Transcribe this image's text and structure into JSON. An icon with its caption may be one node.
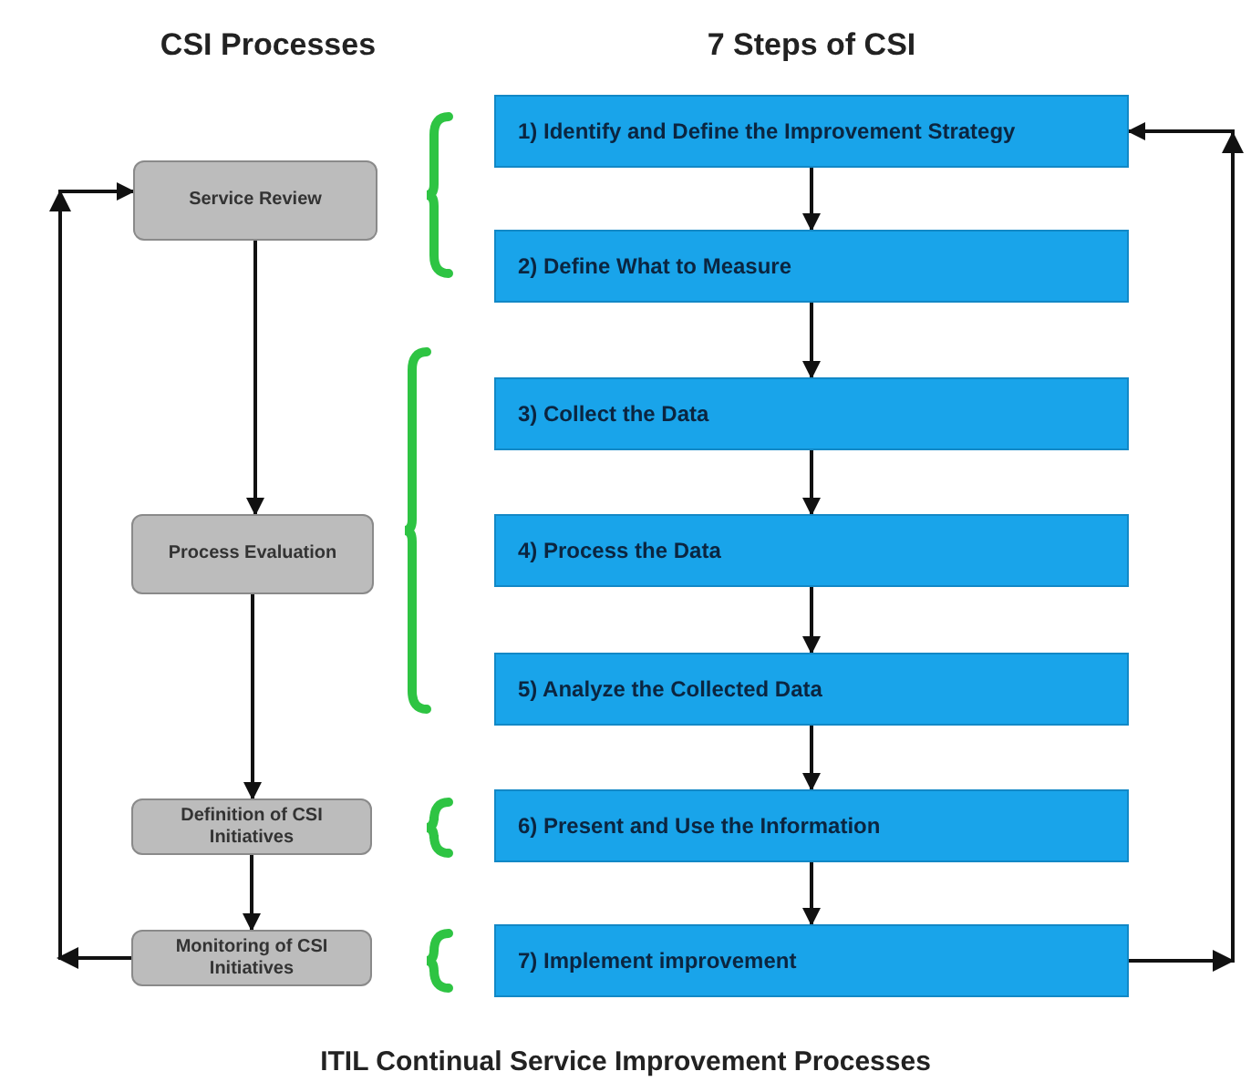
{
  "diagram": {
    "caption": "ITIL Continual Service Improvement Processes",
    "nodes": [
      {
        "text": [
          "Service Review"
        ]
      },
      {
        "text": [
          "Process Evaluation"
        ]
      },
      {
        "text": [
          "Definition of CSI Initiatives"
        ]
      },
      {
        "text": [
          "Monitoring of CSI Initiatives"
        ]
      },
      {
        "text": [
          "1) Identify and Define the Improvement Strategy"
        ]
      },
      {
        "text": [
          "2) Define What to Measure"
        ]
      },
      {
        "text": [
          "3) Collect the Data"
        ]
      },
      {
        "text": [
          "4) Process the Data"
        ]
      },
      {
        "text": [
          "5) Analyze the Collected Data"
        ]
      },
      {
        "text": [
          "6) Present and Use the Information"
        ]
      },
      {
        "text": [
          "7) Implement improvement"
        ]
      }
    ],
    "edges": [
      {
        "from": 0,
        "to": 1,
        "arrow": "to"
      },
      {
        "from": 1,
        "to": 2,
        "arrow": "to"
      },
      {
        "from": 2,
        "to": 3,
        "arrow": "to"
      },
      {
        "from": 3,
        "to": 0,
        "arrow": "to"
      },
      {
        "from": 4,
        "to": 5,
        "arrow": "to"
      },
      {
        "from": 5,
        "to": 6,
        "arrow": "to"
      },
      {
        "from": 6,
        "to": 7,
        "arrow": "to"
      },
      {
        "from": 7,
        "to": 8,
        "arrow": "to"
      },
      {
        "from": 8,
        "to": 9,
        "arrow": "to"
      },
      {
        "from": 9,
        "to": 10,
        "arrow": "to"
      },
      {
        "from": 10,
        "to": 4,
        "arrow": "to"
      }
    ],
    "labels": [
      "CSI Processes",
      "7 Steps of CSI"
    ]
  }
}
